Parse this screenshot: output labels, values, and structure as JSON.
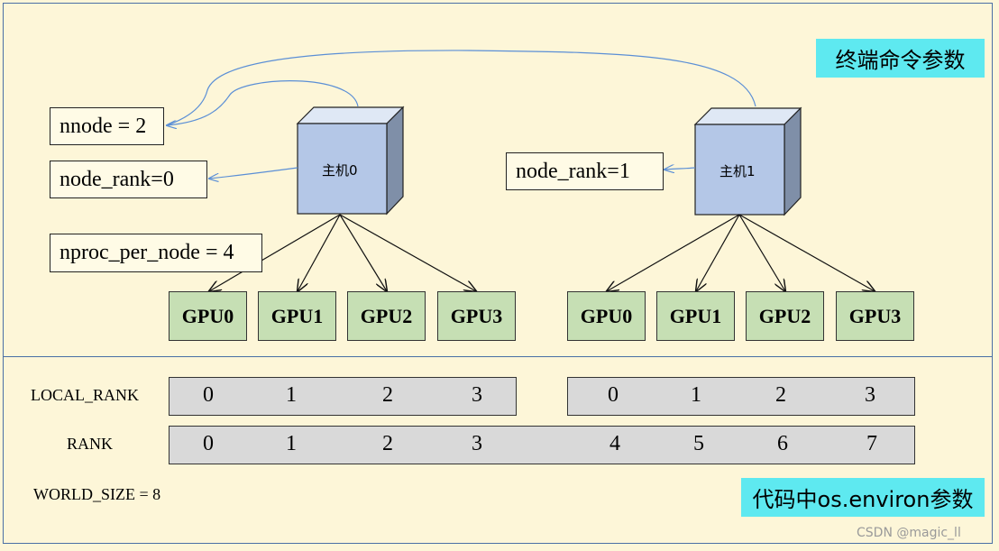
{
  "terminal_tag": "终端命令参数",
  "environ_tag": "代码中os.environ参数",
  "nnode": "nnode = 2",
  "node_rank0": "node_rank=0",
  "node_rank1": "node_rank=1",
  "nproc": "nproc_per_node = 4",
  "hosts": [
    "主机0",
    "主机1"
  ],
  "gpus0": [
    "GPU0",
    "GPU1",
    "GPU2",
    "GPU3"
  ],
  "gpus1": [
    "GPU0",
    "GPU1",
    "GPU2",
    "GPU3"
  ],
  "local_rank_label": "LOCAL_RANK",
  "rank_label": "RANK",
  "world_size": "WORLD_SIZE = 8",
  "local_rank_values": [
    "0",
    "1",
    "2",
    "3",
    "0",
    "1",
    "2",
    "3"
  ],
  "rank_values": [
    "0",
    "1",
    "2",
    "3",
    "4",
    "5",
    "6",
    "7"
  ],
  "watermark": "CSDN @magic_ll",
  "colors": {
    "background": "#fdf6d8",
    "gpu_fill": "#c6dfb4",
    "host_front": "#b4c7e7",
    "tag_fill": "#5ee9f0",
    "bar_fill": "#d9d9d9",
    "connector": "#5b8fd6"
  }
}
